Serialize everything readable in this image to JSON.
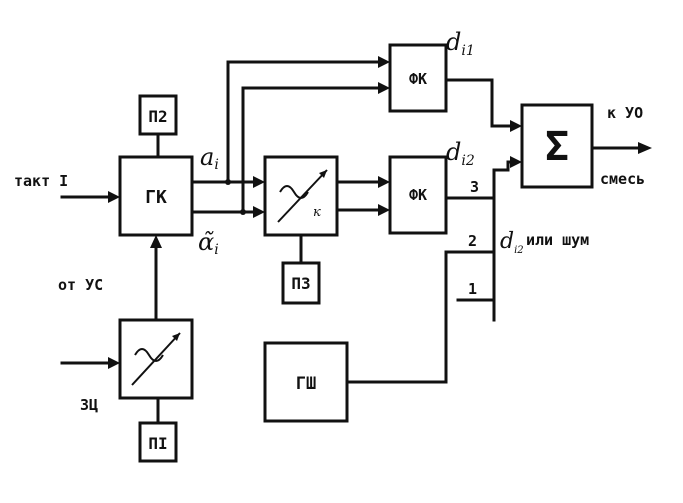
{
  "blocks": {
    "gk": "ГК",
    "p2": "П2",
    "p1": "ПI",
    "p3": "ПЗ",
    "fk1": "ФК",
    "fk2": "ФК",
    "gsh": "ГШ",
    "sum": "Σ"
  },
  "labels": {
    "takt": "такт I",
    "ot_us": "от УС",
    "zts": "ЗЦ",
    "k_uo": "к УО",
    "smes": "смесь",
    "noise": "или шум",
    "num1": "1",
    "num2": "2",
    "num3": "3"
  },
  "symbols": {
    "a_i": "a",
    "a_i_sub": "i",
    "a_tilde": "α̃",
    "a_tilde_sub": "i",
    "d_i1": "d",
    "d_i1_sub": "i1",
    "d_i2": "d",
    "d_i2_sub": "i2",
    "d_i2_b": "d",
    "d_i2_b_sub": "i2",
    "kappa_sub": "к"
  }
}
